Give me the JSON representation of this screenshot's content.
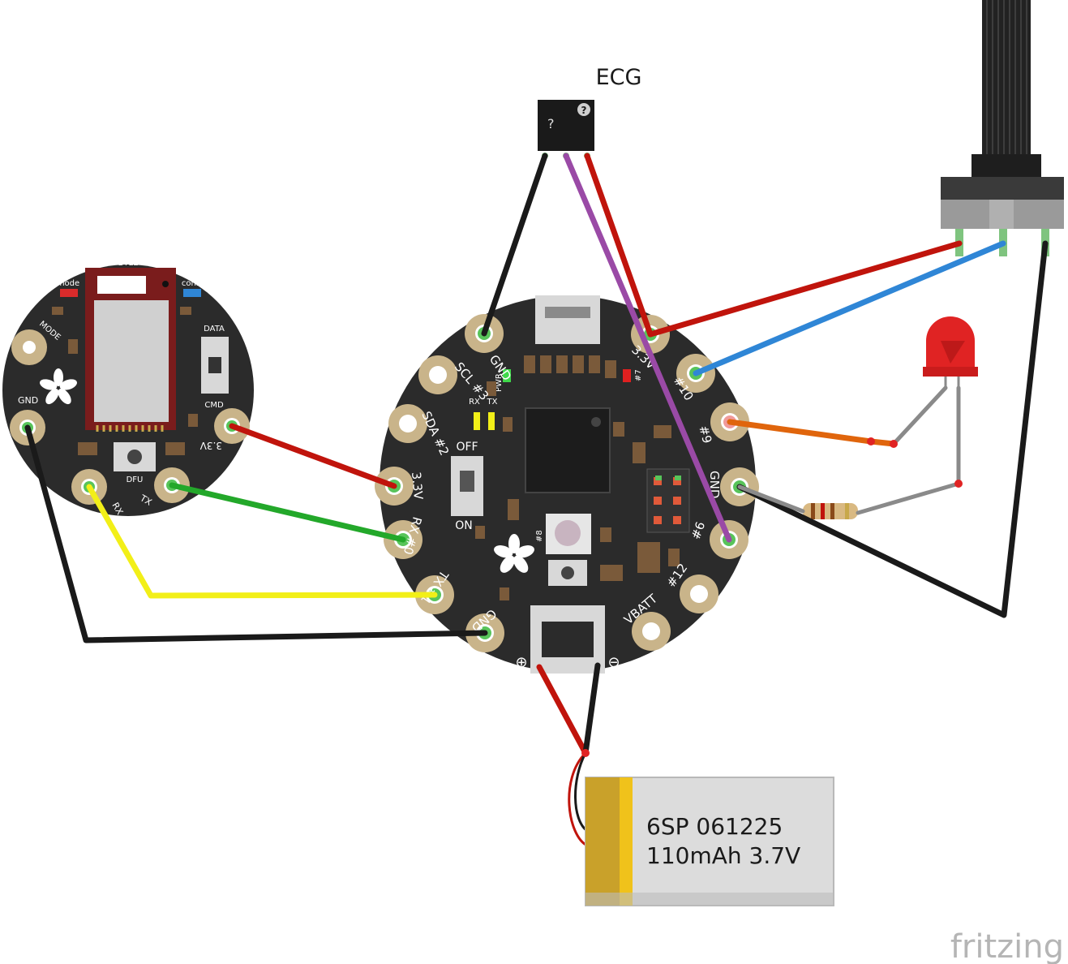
{
  "ecg_sensor": {
    "label": "ECG",
    "front_mark": "?",
    "help_mark": "?"
  },
  "ble_module": {
    "silk": {
      "btle": "BTLE",
      "mode": "mode",
      "conn": "conn",
      "mode_switch": "MODE",
      "data": "DATA",
      "cmd": "CMD",
      "dfu": "DFU",
      "gnd": "GND",
      "rx": "RX",
      "tx": "TX",
      "vcc": "3.3V"
    }
  },
  "flora": {
    "pads": {
      "gnd_top": "GND",
      "scl": "SCL #3",
      "sda": "SDA #2",
      "v33": "3.3V",
      "rx": "RX #0",
      "tx": "TX #1",
      "gnd_bottom": "GND",
      "vbatt": "VBATT",
      "d12": "#12",
      "d6": "#6",
      "gnd_right": "GND",
      "d9": "#9",
      "d10": "#10",
      "vout": "3.3V"
    },
    "silk": {
      "pwr": "PWR",
      "d7": "#7",
      "rx_led": "RX",
      "tx_led": "TX",
      "off": "OFF",
      "on": "ON",
      "d8": "#8",
      "plus": "⊕",
      "minus": "⊖"
    }
  },
  "battery": {
    "line1": "6SP 061225",
    "line2": "110mAh 3.7V"
  },
  "brand": {
    "wordmark": "fritzing"
  },
  "colors": {
    "board": "#2b2b2b",
    "pad_ring": "#c9b48a",
    "pad_green": "#58c45a",
    "wire_red": "#c0140c",
    "wire_black": "#1a1a1a",
    "wire_green": "#23a82a",
    "wire_yellow": "#f2ef18",
    "wire_blue": "#2f86d6",
    "wire_purple": "#9a4aa6",
    "wire_orange": "#e0650c",
    "wire_grey": "#8a8a8a",
    "battery_gold": "#c9a12a",
    "battery_body": "#dcdcdc"
  }
}
